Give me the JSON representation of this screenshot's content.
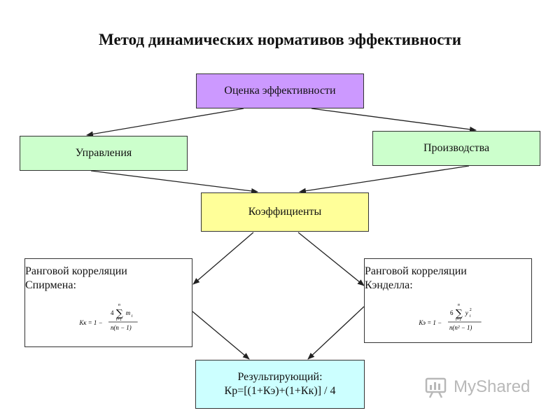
{
  "title": "Метод динамических нормативов эффективности",
  "nodes": {
    "evaluation": "Оценка эффективности",
    "management": "Управления",
    "production": "Производства",
    "coefficients": "Коэффициенты",
    "spearman": {
      "line1": "Ранговой корреляции",
      "line2": "Спирмена:"
    },
    "kendall": {
      "line1": "Ранговой корреляции",
      "line2": "Кэнделла:"
    },
    "result": {
      "line1": "Результирующий:",
      "line2": "Кр=[(1+Кэ)+(1+Кк)] / 4"
    }
  },
  "formulas": {
    "spearman": {
      "lhs": "Кк = 1 −",
      "coef": "4",
      "sum_top": "n",
      "sum_bottom": "i=1",
      "term": "m",
      "term_sub": "i",
      "denominator": "n(n − 1)"
    },
    "kendall": {
      "lhs": "Кэ = 1 −",
      "coef": "6",
      "sum_top": "n",
      "sum_bottom": "i=1",
      "term": "y",
      "term_sub": "i",
      "term_sup": "2",
      "denominator": "n(n² − 1)"
    }
  },
  "watermark": "MyShared",
  "colors": {
    "evaluation": "#cc99ff",
    "management": "#ccffcc",
    "production": "#ccffcc",
    "coefficients": "#ffff99",
    "result": "#ccffff"
  }
}
